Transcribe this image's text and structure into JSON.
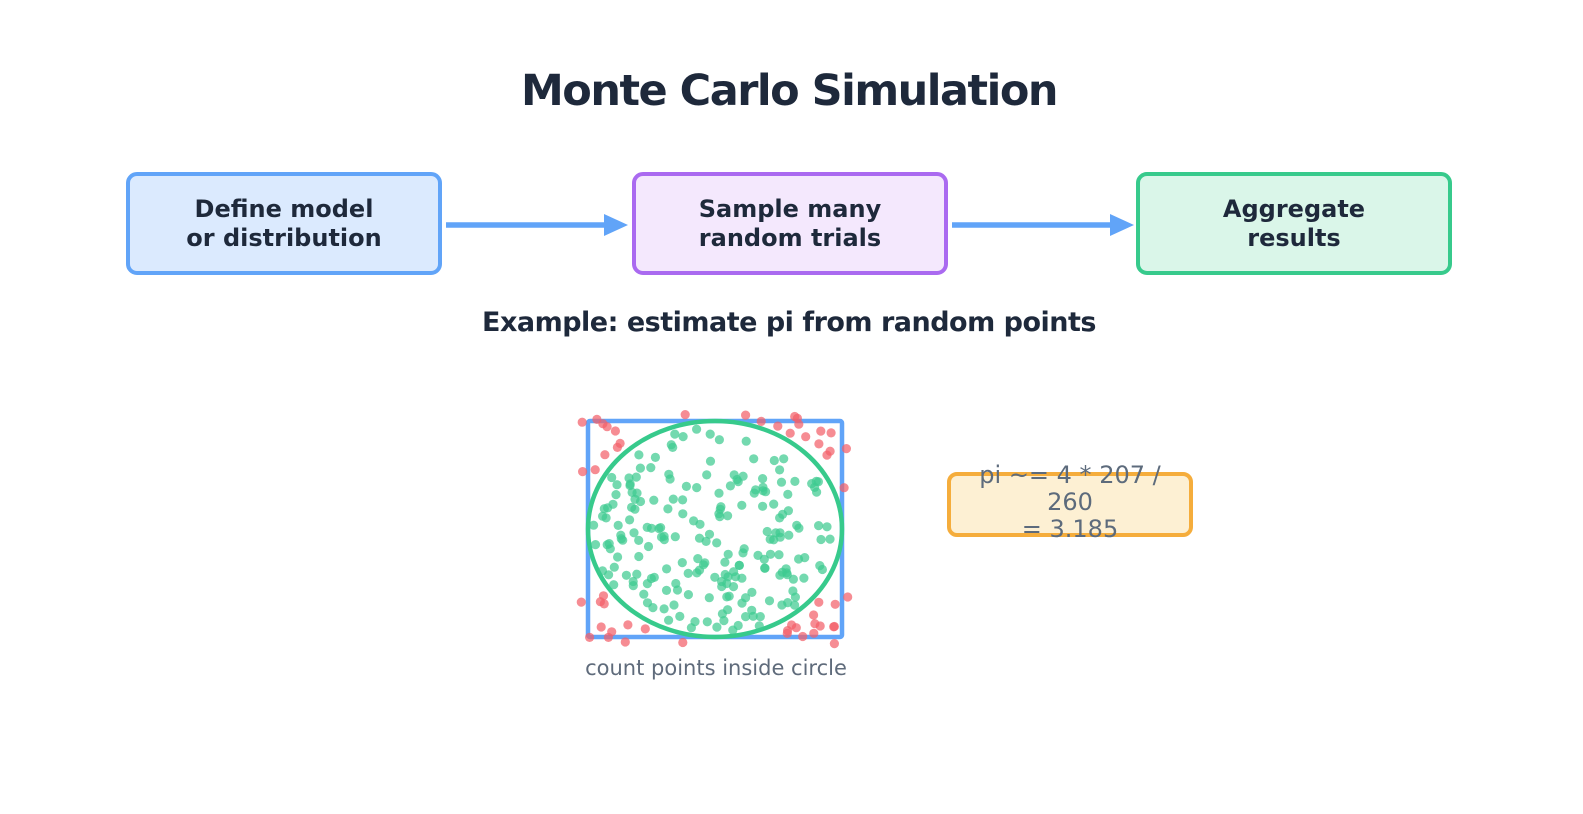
{
  "title": "Monte Carlo Simulation",
  "flow": {
    "arrow_color": "#61a4f8",
    "steps": [
      {
        "label": "Define model\nor distribution",
        "fill": "#dbeafe",
        "border": "#61a4f8"
      },
      {
        "label": "Sample many\nrandom trials",
        "fill": "#f4e8fd",
        "border": "#aa6af0"
      },
      {
        "label": "Aggregate\nresults",
        "fill": "#daf6e9",
        "border": "#37ca8c"
      }
    ]
  },
  "example": {
    "heading": "Example: estimate pi from random points",
    "scatter": {
      "total_points": 260,
      "points_inside": 207,
      "points_outside": 53,
      "square_color": "#61a4f8",
      "circle_color": "#37ca8c",
      "inside_dot_color": "#3ecb90",
      "outside_dot_color": "#f25f6a"
    },
    "result_box": {
      "lines": [
        "pi ~= 4 * 207 /",
        "260",
        "= 3.185"
      ],
      "fill": "#fdf0d3",
      "border": "#f5ad3c",
      "text_color": "#5d6b7c"
    },
    "caption": "count points inside circle"
  }
}
